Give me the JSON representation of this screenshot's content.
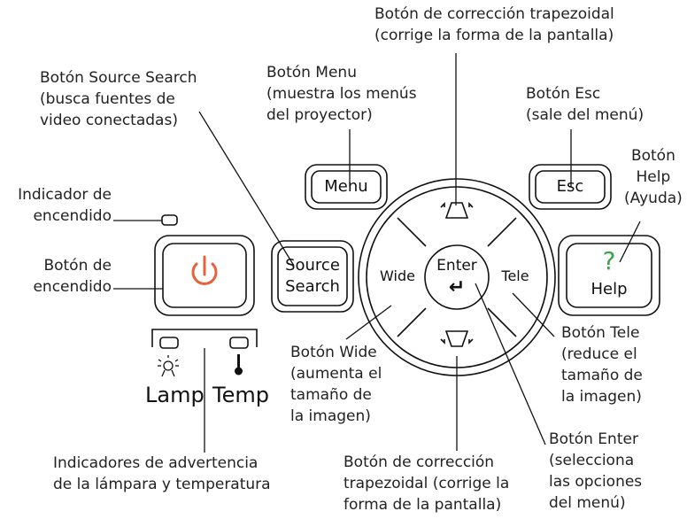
{
  "callouts": {
    "keystone_top": [
      "Botón de corrección trapezoidal",
      "(corrige la forma de la pantalla)"
    ],
    "source_search": [
      "Botón Source Search",
      "(busca fuentes de",
      "video conectadas)"
    ],
    "menu": [
      "Botón Menu",
      "(muestra los menús",
      "del proyector)"
    ],
    "esc": [
      "Botón Esc",
      "(sale del menú)"
    ],
    "help": [
      "Botón",
      "Help",
      "(Ayuda)"
    ],
    "power_indicator": [
      "Indicador de",
      "encendido"
    ],
    "power_button": [
      "Botón de",
      "encendido"
    ],
    "wide": [
      "Botón Wide",
      "(aumenta el",
      "tamaño de",
      "la imagen)"
    ],
    "tele": [
      "Botón Tele",
      "(reduce el",
      "tamaño de",
      "la imagen)"
    ],
    "enter": [
      "Botón Enter",
      "(selecciona",
      "las opciones",
      "del menú)"
    ],
    "keystone_bottom": [
      "Botón de corrección",
      "trapezoidal (corrige la",
      "forma de la pantalla)"
    ],
    "warning": [
      "Indicadores de advertencia",
      "de la lámpara y temperatura"
    ]
  },
  "buttons": {
    "menu": "Menu",
    "esc": "Esc",
    "source_line1": "Source",
    "source_line2": "Search",
    "help_symbol": "?",
    "help": "Help",
    "wide": "Wide",
    "tele": "Tele",
    "enter": "Enter",
    "enter_arrow": "↵"
  },
  "indicators": {
    "lamp": "Lamp",
    "temp": "Temp"
  },
  "colors": {
    "power_symbol": "#e8603c",
    "help_symbol": "#3aa64a",
    "outline": "#111111"
  },
  "icons": [
    "power-icon",
    "question-icon",
    "enter-arrow-icon",
    "keystone-up-icon",
    "keystone-down-icon",
    "lamp-sun-icon",
    "thermometer-icon"
  ]
}
